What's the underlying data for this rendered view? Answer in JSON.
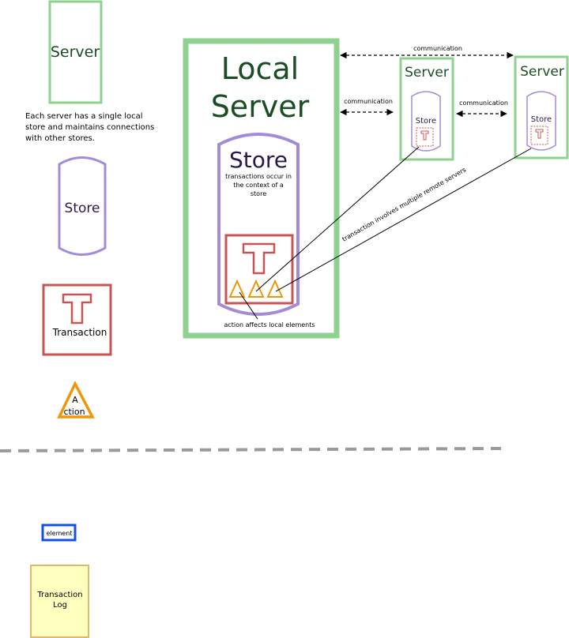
{
  "legend": {
    "server_label": "Server",
    "server_note": [
      "Each server has a single local",
      "store and maintains connections",
      "with other stores."
    ],
    "store_label": "Store",
    "transaction_label": "Transaction",
    "transaction_icon_letter": "T",
    "action_label": [
      "A",
      "ction"
    ],
    "element_label": "element",
    "log_label": [
      "Transaction",
      "Log"
    ]
  },
  "local": {
    "title": [
      "Local",
      "Server"
    ],
    "store_label": "Store",
    "store_note": [
      "transactions occur in",
      "the context of a",
      "store"
    ],
    "transaction_letter": "T",
    "action_note": "action affects local elements"
  },
  "remote": {
    "server_label": "Server",
    "store_label": "Store",
    "transaction_letter": "T",
    "communication_label": "communication",
    "remote_note": "transaction involves multiple remote servers"
  },
  "colors": {
    "server_green": "#8fd28f",
    "server_text": "#1b4d24",
    "store_purple": "#a48bd6",
    "store_text": "#2a1a4a",
    "transaction_red": "#c85454",
    "action_orange": "#f0960a",
    "element_blue": "#1550e6",
    "log_fill": "#ffffc0",
    "log_border": "#e0b870",
    "divider_gray": "#9a9a9a"
  }
}
